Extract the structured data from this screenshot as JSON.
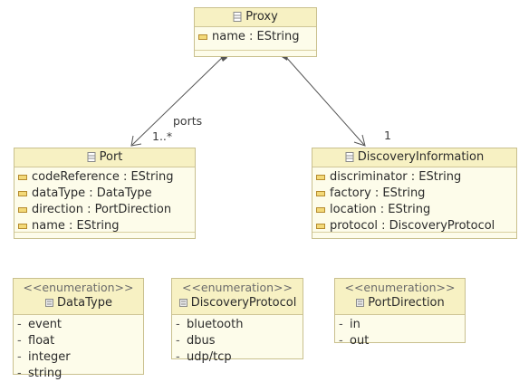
{
  "icons": {
    "class": "class-icon",
    "attribute": "attribute-icon",
    "enum": "enum-icon",
    "literal": "dash"
  },
  "colors": {
    "box_fill": "#fdfcea",
    "header_fill": "#f7f1c3",
    "border": "#c9c08e",
    "edge": "#555555"
  },
  "classes": {
    "proxy": {
      "name": "Proxy",
      "attributes": [
        "name : EString"
      ]
    },
    "port": {
      "name": "Port",
      "attributes": [
        "codeReference : EString",
        "dataType : DataType",
        "direction : PortDirection",
        "name : EString"
      ]
    },
    "discovery": {
      "name": "DiscoveryInformation",
      "attributes": [
        "discriminator : EString",
        "factory : EString",
        "location : EString",
        "protocol : DiscoveryProtocol"
      ]
    }
  },
  "enums": {
    "datatype": {
      "stereotype": "<<enumeration>>",
      "name": "DataType",
      "literals": [
        "event",
        "float",
        "integer",
        "string"
      ]
    },
    "discoveryprotocol": {
      "stereotype": "<<enumeration>>",
      "name": "DiscoveryProtocol",
      "literals": [
        "bluetooth",
        "dbus",
        "udp/tcp"
      ]
    },
    "portdirection": {
      "stereotype": "<<enumeration>>",
      "name": "PortDirection",
      "literals": [
        "in",
        "out"
      ]
    }
  },
  "edges": {
    "ports": {
      "role": "ports",
      "multiplicity": "1..*"
    },
    "discovery": {
      "multiplicity": "1"
    }
  }
}
